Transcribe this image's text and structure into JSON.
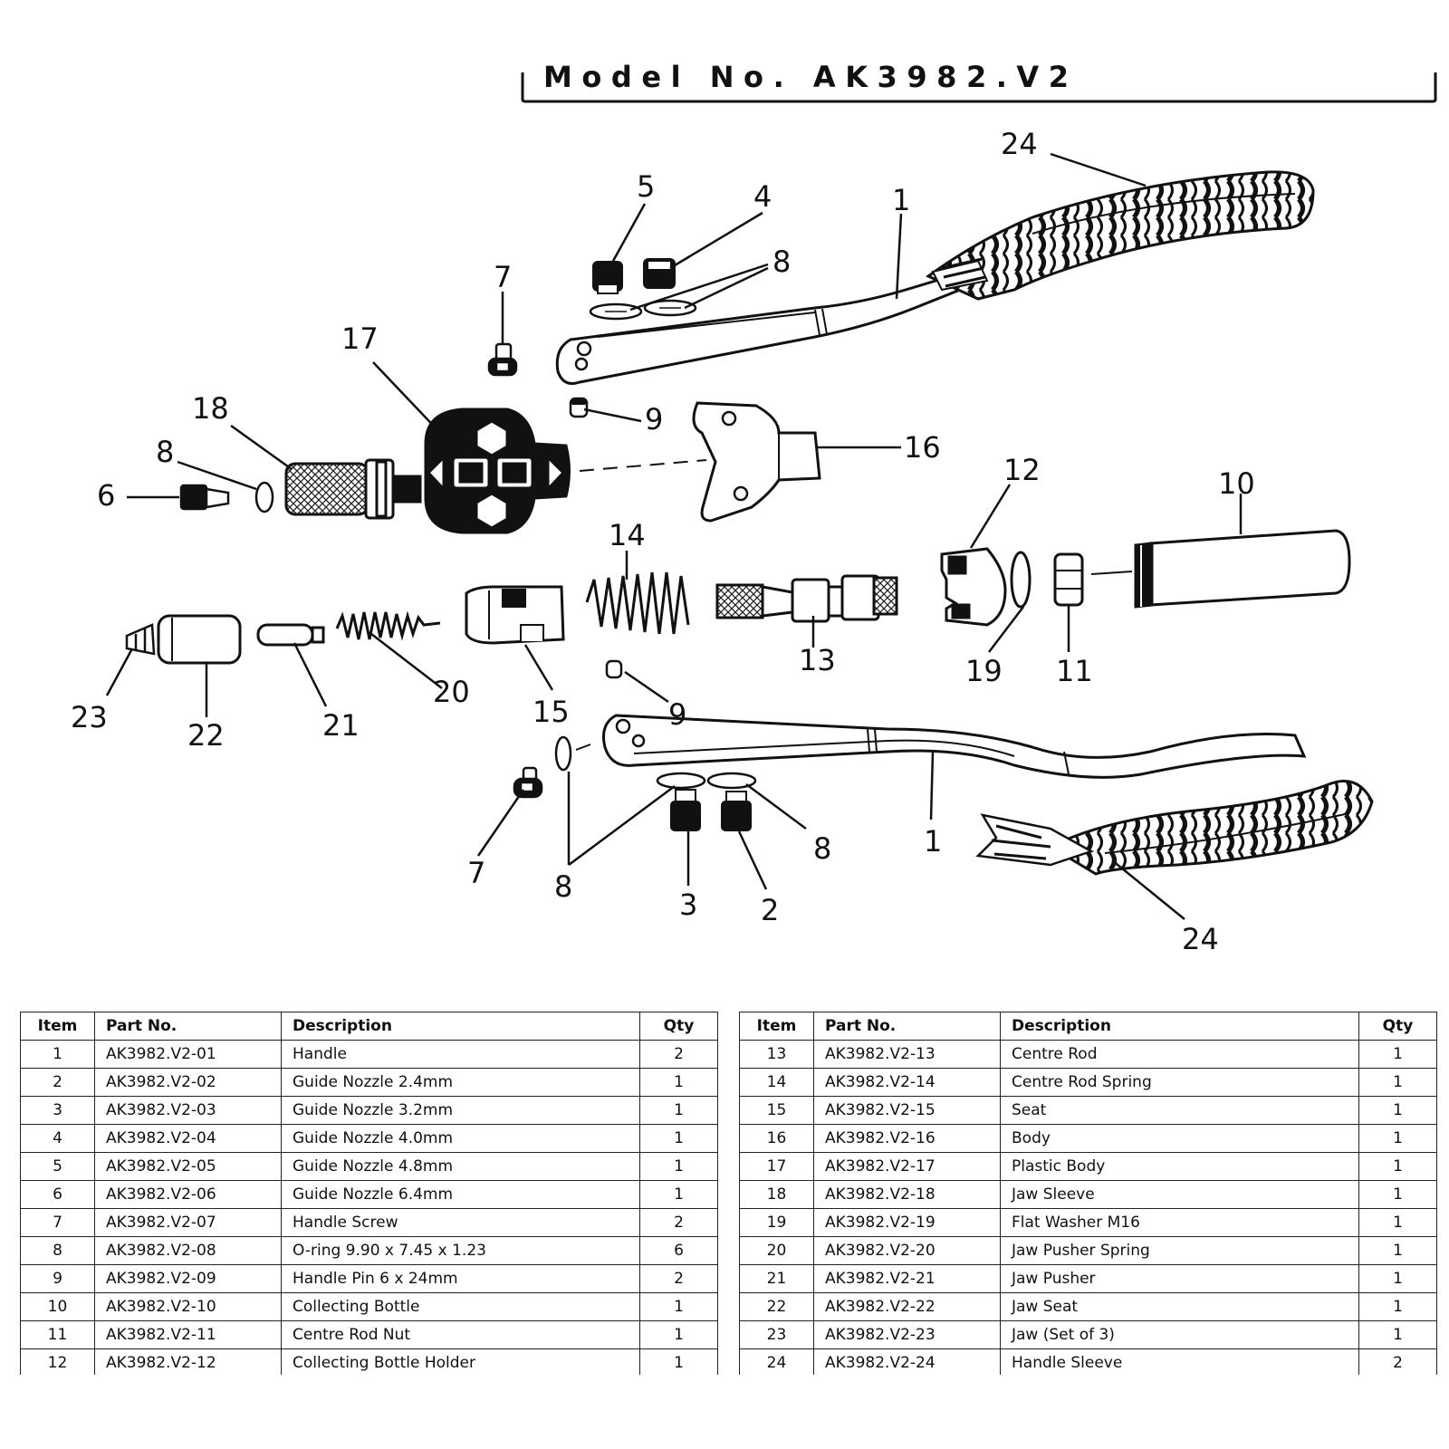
{
  "title": "Model No. AK3982.V2",
  "callouts": {
    "n1": "1",
    "n2": "2",
    "n3": "3",
    "n4": "4",
    "n5": "5",
    "n6": "6",
    "n7": "7",
    "n8": "8",
    "n9": "9",
    "n10": "10",
    "n11": "11",
    "n12": "12",
    "n13": "13",
    "n14": "14",
    "n15": "15",
    "n16": "16",
    "n17": "17",
    "n18": "18",
    "n19": "19",
    "n20": "20",
    "n21": "21",
    "n22": "22",
    "n23": "23",
    "n24": "24"
  },
  "table": {
    "headers": {
      "item": "Item",
      "part_no": "Part No.",
      "description": "Description",
      "qty": "Qty"
    },
    "left_rows": [
      {
        "item": "1",
        "part_no": "AK3982.V2-01",
        "description": "Handle",
        "qty": "2"
      },
      {
        "item": "2",
        "part_no": "AK3982.V2-02",
        "description": "Guide Nozzle 2.4mm",
        "qty": "1"
      },
      {
        "item": "3",
        "part_no": "AK3982.V2-03",
        "description": "Guide Nozzle 3.2mm",
        "qty": "1"
      },
      {
        "item": "4",
        "part_no": "AK3982.V2-04",
        "description": "Guide Nozzle 4.0mm",
        "qty": "1"
      },
      {
        "item": "5",
        "part_no": "AK3982.V2-05",
        "description": "Guide Nozzle 4.8mm",
        "qty": "1"
      },
      {
        "item": "6",
        "part_no": "AK3982.V2-06",
        "description": "Guide Nozzle 6.4mm",
        "qty": "1"
      },
      {
        "item": "7",
        "part_no": "AK3982.V2-07",
        "description": "Handle Screw",
        "qty": "2"
      },
      {
        "item": "8",
        "part_no": "AK3982.V2-08",
        "description": "O-ring 9.90 x 7.45 x 1.23",
        "qty": "6"
      },
      {
        "item": "9",
        "part_no": "AK3982.V2-09",
        "description": "Handle Pin 6 x 24mm",
        "qty": "2"
      },
      {
        "item": "10",
        "part_no": "AK3982.V2-10",
        "description": "Collecting Bottle",
        "qty": "1"
      },
      {
        "item": "11",
        "part_no": "AK3982.V2-11",
        "description": "Centre Rod Nut",
        "qty": "1"
      },
      {
        "item": "12",
        "part_no": "AK3982.V2-12",
        "description": "Collecting Bottle Holder",
        "qty": "1"
      }
    ],
    "right_rows": [
      {
        "item": "13",
        "part_no": "AK3982.V2-13",
        "description": "Centre Rod",
        "qty": "1"
      },
      {
        "item": "14",
        "part_no": "AK3982.V2-14",
        "description": "Centre Rod Spring",
        "qty": "1"
      },
      {
        "item": "15",
        "part_no": "AK3982.V2-15",
        "description": "Seat",
        "qty": "1"
      },
      {
        "item": "16",
        "part_no": "AK3982.V2-16",
        "description": "Body",
        "qty": "1"
      },
      {
        "item": "17",
        "part_no": "AK3982.V2-17",
        "description": "Plastic Body",
        "qty": "1"
      },
      {
        "item": "18",
        "part_no": "AK3982.V2-18",
        "description": "Jaw Sleeve",
        "qty": "1"
      },
      {
        "item": "19",
        "part_no": "AK3982.V2-19",
        "description": "Flat Washer M16",
        "qty": "1"
      },
      {
        "item": "20",
        "part_no": "AK3982.V2-20",
        "description": "Jaw Pusher Spring",
        "qty": "1"
      },
      {
        "item": "21",
        "part_no": "AK3982.V2-21",
        "description": "Jaw Pusher",
        "qty": "1"
      },
      {
        "item": "22",
        "part_no": "AK3982.V2-22",
        "description": "Jaw Seat",
        "qty": "1"
      },
      {
        "item": "23",
        "part_no": "AK3982.V2-23",
        "description": "Jaw (Set of 3)",
        "qty": "1"
      },
      {
        "item": "24",
        "part_no": "AK3982.V2-24",
        "description": "Handle Sleeve",
        "qty": "2"
      }
    ]
  }
}
